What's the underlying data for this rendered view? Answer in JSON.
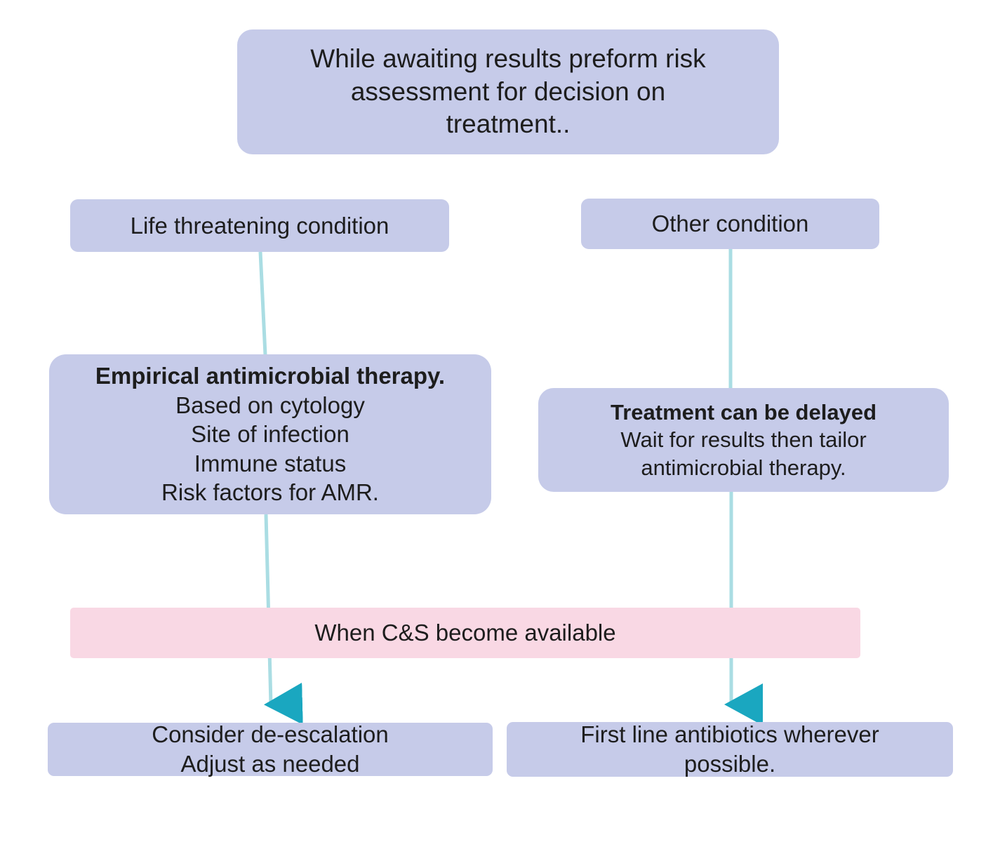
{
  "diagram": {
    "title": "Antimicrobial therapy decision flowchart",
    "colors": {
      "node_fill": "#c6cbe9",
      "banner_fill": "#f9d8e4",
      "connector": "#aadde3",
      "arrowhead": "#1aa7c0",
      "text": "#1d1d1d",
      "background": "#ffffff"
    },
    "nodes": {
      "risk_assessment": {
        "lines": [
          "While awaiting results preform risk",
          "assessment for decision on",
          "treatment.."
        ]
      },
      "life_threatening": {
        "lines": [
          "Life threatening condition"
        ]
      },
      "other_condition": {
        "lines": [
          "Other condition"
        ]
      },
      "empirical_therapy": {
        "lines": [
          "Empirical antimicrobial therapy.",
          "Based on cytology",
          "Site of infection",
          "Immune status",
          "Risk factors for AMR."
        ]
      },
      "treatment_delayed": {
        "lines": [
          "Treatment can be delayed",
          "Wait for results then tailor",
          "antimicrobial therapy."
        ]
      },
      "cs_available_banner": {
        "lines": [
          "When C&S become available"
        ]
      },
      "deescalation": {
        "lines": [
          "Consider de-escalation",
          "Adjust as needed"
        ]
      },
      "first_line": {
        "lines": [
          "First line antibiotics wherever",
          "possible."
        ]
      }
    }
  }
}
